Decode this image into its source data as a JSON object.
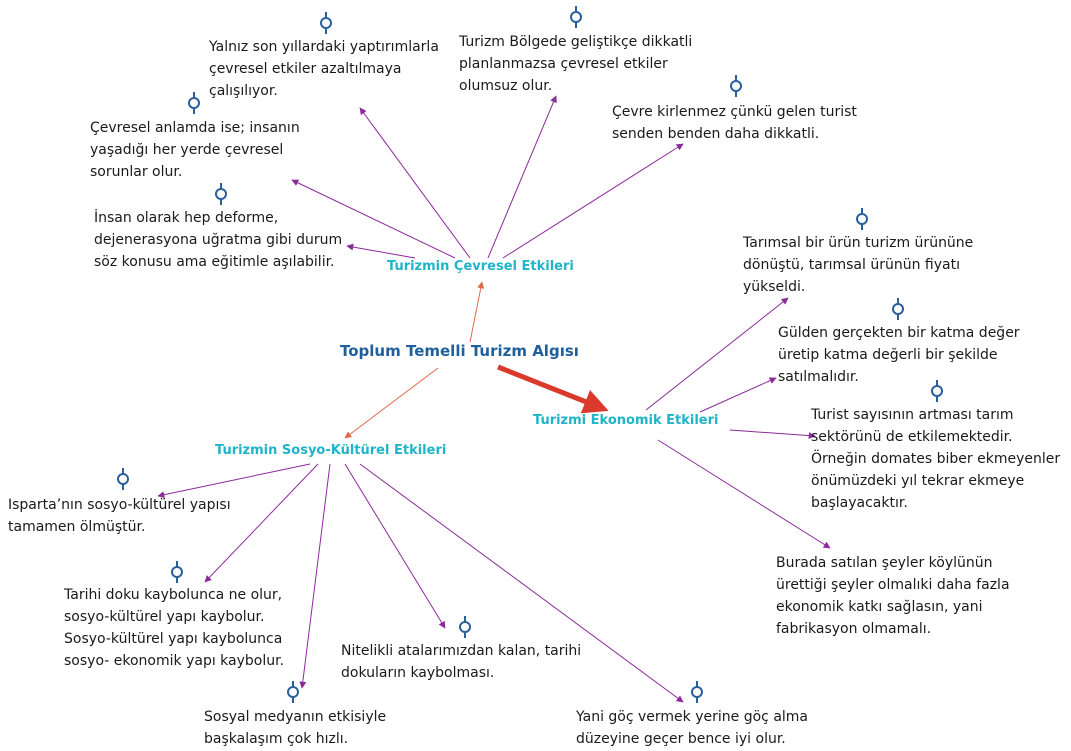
{
  "main_topic": "Toplum Temelli Turizm Algısı",
  "categories": {
    "cevresel": "Turizmin Çevresel Etkileri",
    "ekonomik": "Turizmi Ekonomik Etkileri",
    "sosyo": "Turizmin Sosyo-Kültürel Etkileri"
  },
  "quotes": {
    "cevre_1": "Yalnız son yıllardaki yaptırımlarla\nçevresel etkiler azaltılmaya\nçalışılıyor.",
    "cevre_2": "Turizm Bölgede geliştikçe dikkatli\nplanlanmazsa çevresel etkiler\nolumsuz olur.",
    "cevre_3": "Çevre kirlenmez çünkü gelen turist\nsenden benden daha dikkatli.",
    "cevre_4": "Çevresel anlamda ise; insanın\nyaşadığı her yerde çevresel\nsorunlar olur.",
    "cevre_5": "İnsan olarak hep deforme,\ndejenerasyona uğratma gibi durum\nsöz konusu ama eğitimle aşılabilir.",
    "eko_1": "Tarımsal bir ürün turizm ürününe\ndönüştü, tarımsal ürünün fiyatı\nyükseldi.",
    "eko_2": "Gülden gerçekten bir katma değer\nüretip katma değerli bir şekilde\nsatılmalıdır.",
    "eko_3": " Turist sayısının artması tarım\nsektörünü de etkilemektedir.\nÖrneğin domates biber ekmeyenler\nönümüzdeki yıl tekrar ekmeye\nbaşlayacaktır.",
    "eko_4": "Burada satılan şeyler köylünün\nürettiği şeyler olmalıki daha fazla\nekonomik katkı sağlasın, yani\nfabrikasyon olmamalı.",
    "sosyo_1": "Isparta’nın sosyo-kültürel yapısı\ntamamen ölmüştür.",
    "sosyo_2": "Tarihi doku kaybolunca ne olur,\nsosyo-kültürel yapı kaybolur.\nSosyo-kültürel yapı kaybolunca\nsosyo- ekonomik yapı kaybolur.",
    "sosyo_3": "Nitelikli  atalarımızdan kalan, tarihi\ndokuların kaybolması.",
    "sosyo_4": "Sosyal medyanın etkisiyle\nbaşkalaşım çok hızlı.",
    "sosyo_5": " Yani göç vermek yerine göç alma\ndüzeyine geçer bence iyi olur."
  },
  "colors": {
    "main_text": "#1f5f9c",
    "category_text": "#1fb4c8",
    "quote_link": "#8b2a9a",
    "category_link": "#e06a4a",
    "strong_link": "#d93a2b",
    "pin": "#2a5f9e"
  }
}
